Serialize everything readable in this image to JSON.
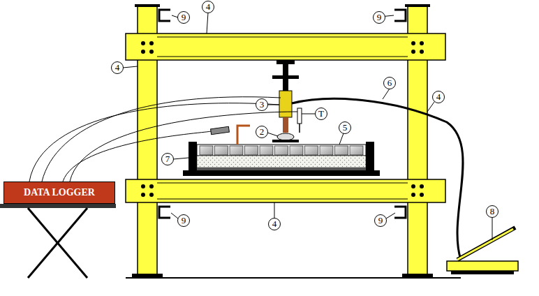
{
  "diagram": {
    "nodes": [
      {
        "text": [
          "DATA LOGGER"
        ]
      }
    ],
    "labels": [
      "4",
      "9",
      "9",
      "4",
      "6",
      "4",
      "3",
      "T",
      "5",
      "2",
      "7",
      "4",
      "9",
      "9",
      "8"
    ]
  }
}
